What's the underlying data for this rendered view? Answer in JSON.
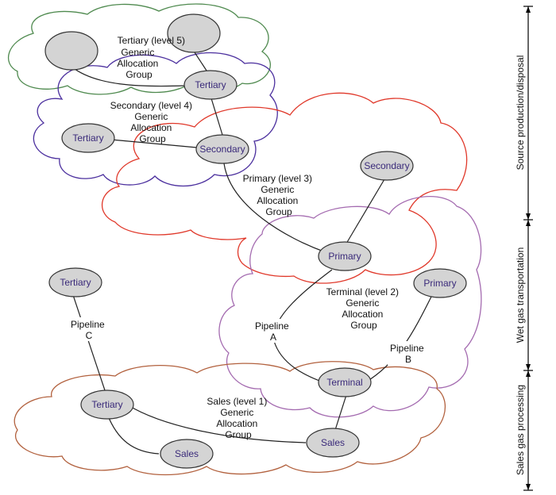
{
  "colors": {
    "level5": "#4f8a4f",
    "level4": "#4b2f9e",
    "level3": "#e0382a",
    "level2": "#a46bb0",
    "level1": "#b2613e",
    "node_fill": "#d4d4d4",
    "node_text": "#3a2a7a"
  },
  "groups": {
    "tertiary_l5": [
      "Tertiary (level 5)",
      "Generic",
      "Allocation",
      "Group"
    ],
    "secondary_l4": [
      "Secondary (level 4)",
      "Generic",
      "Allocation",
      "Group"
    ],
    "primary_l3": [
      "Primary (level 3)",
      "Generic",
      "Allocation",
      "Group"
    ],
    "terminal_l2": [
      "Terminal (level 2)",
      "Generic",
      "Allocation",
      "Group"
    ],
    "sales_l1": [
      "Sales (level 1)",
      "Generic",
      "Allocation",
      "Group"
    ]
  },
  "nodes": {
    "top_blank_1": "",
    "top_blank_2": "",
    "tertiary_top": "Tertiary",
    "tertiary_left": "Tertiary",
    "secondary_main": "Secondary",
    "secondary_right": "Secondary",
    "primary_main": "Primary",
    "primary_right": "Primary",
    "tertiary_pipeline": "Tertiary",
    "terminal": "Terminal",
    "tertiary_sales": "Tertiary",
    "sales_left": "Sales",
    "sales_right": "Sales"
  },
  "pipelines": {
    "a": [
      "Pipeline",
      "A"
    ],
    "b": [
      "Pipeline",
      "B"
    ],
    "c": [
      "Pipeline",
      "C"
    ]
  },
  "stages": {
    "source": "Source production/disposal",
    "wet_gas": "Wet gas transportation",
    "sales_gas": "Sales gas processing"
  }
}
